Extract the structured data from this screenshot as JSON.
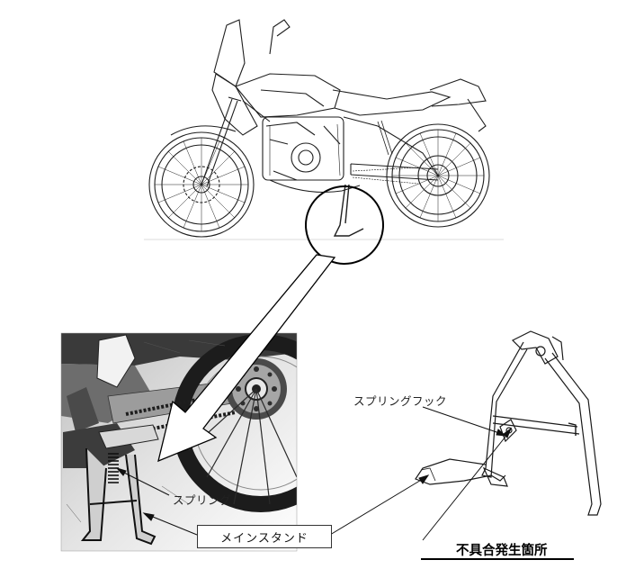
{
  "labels": {
    "spring_hook": "スプリングフック",
    "spring": "スプリング",
    "main_stand": "メインスタンド",
    "defect_location": "不具合発生箇所"
  },
  "colors": {
    "line": "#1a1a1a",
    "photo_background": "#d9d9d9",
    "photo_dark": "#2b2b2b"
  }
}
